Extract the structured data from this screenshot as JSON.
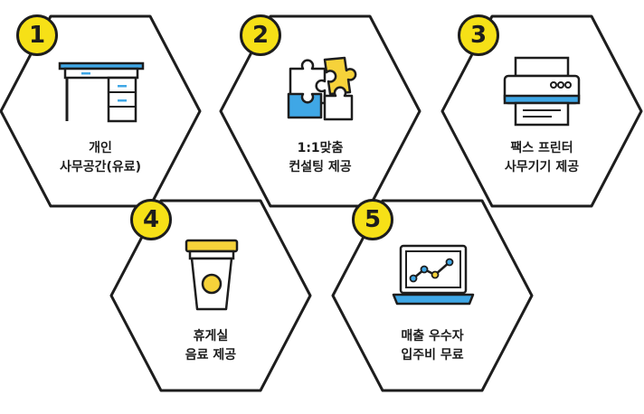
{
  "colors": {
    "badge_fill": "#f6e017",
    "outline": "#1d1d1d",
    "accent_blue": "#3fa7e6",
    "accent_yellow": "#f6d23a"
  },
  "features": [
    {
      "number": "1",
      "line1": "개인",
      "line2": "사무공간(유료)",
      "icon": "desk-icon"
    },
    {
      "number": "2",
      "line1": "1:1맞춤",
      "line2": "컨설팅 제공",
      "icon": "puzzle-icon"
    },
    {
      "number": "3",
      "line1": "팩스 프린터",
      "line2": "사무기기 제공",
      "icon": "printer-icon"
    },
    {
      "number": "4",
      "line1": "휴게실",
      "line2": "음료 제공",
      "icon": "coffee-cup-icon"
    },
    {
      "number": "5",
      "line1": "매출 우수자",
      "line2": "입주비 무료",
      "icon": "laptop-chart-icon"
    }
  ]
}
